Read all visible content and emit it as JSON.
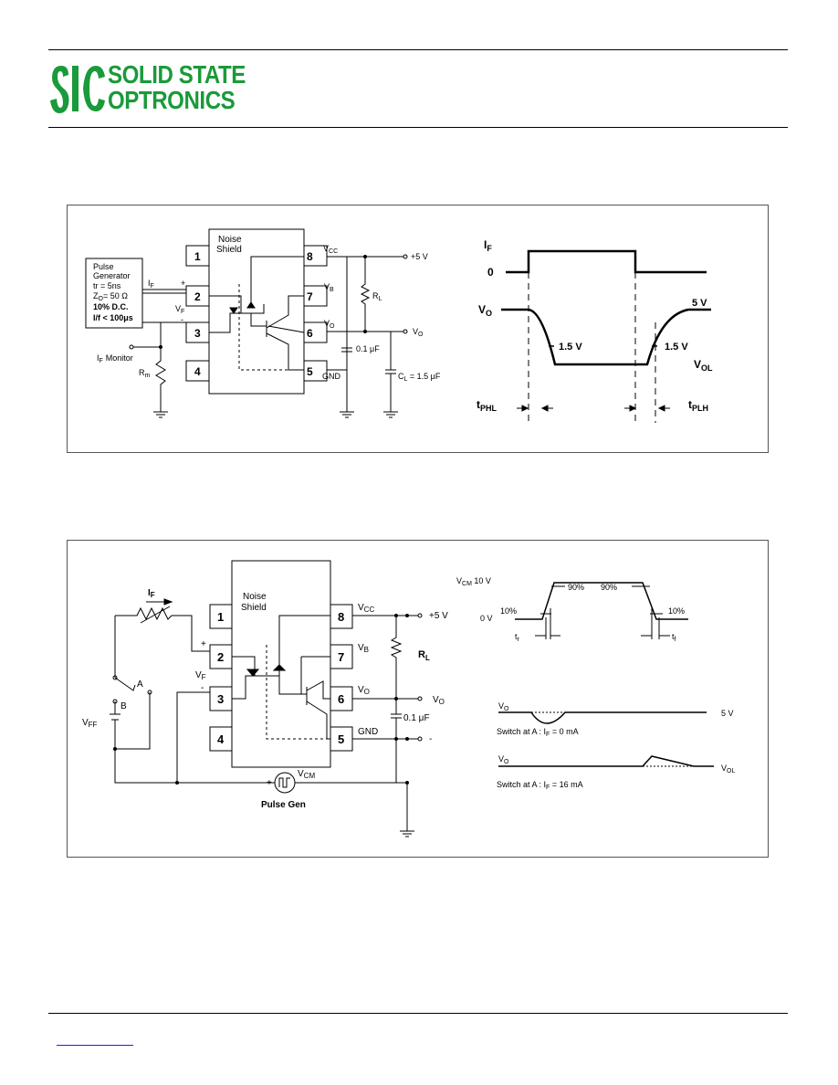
{
  "header": {
    "company_line1": "SOLID STATE",
    "company_line2": "OPTRONICS",
    "brand_color": "#1a9a3a"
  },
  "figure1": {
    "shield_line1": "Noise",
    "shield_line2": "Shield",
    "pins": [
      "1",
      "2",
      "3",
      "4",
      "5",
      "6",
      "7",
      "8"
    ],
    "pin_labels": {
      "vcc": "V",
      "vcc_sub": "CC",
      "vb": "V",
      "vb_sub": "B",
      "vo": "V",
      "vo_sub": "O",
      "gnd": "GND"
    },
    "pulse_gen": [
      "Pulse",
      "Generator",
      "tr = 5ns",
      "Z",
      "O",
      "= 50 Ω",
      "10% D.C.",
      "I/f < 100μs"
    ],
    "if_label": "I",
    "if_sub": "F",
    "plus": "+",
    "minus": "-",
    "vf": "V",
    "vf_sub": "F",
    "monitor": "Monitor",
    "rm": "R",
    "rm_sub": "m",
    "supply": "+5 V",
    "rl": "R",
    "rl_sub": "L",
    "cap1": "0.1 μF",
    "cap2": "C",
    "cap2_sub": "L",
    "cap2_val": " = 1.5 μF",
    "vo_out": "V",
    "vo_out_sub": "O",
    "wave_if": "I",
    "wave_if_sub": "F",
    "wave_zero": "0",
    "wave_vo": "V",
    "wave_vo_sub": "O",
    "wave_15a": "1.5 V",
    "wave_15b": "1.5 V",
    "wave_5v": "5 V",
    "wave_vol": "V",
    "wave_vol_sub": "OL",
    "tphl": "t",
    "tphl_sub": "PHL",
    "tplh": "t",
    "tplh_sub": "PLH"
  },
  "figure2": {
    "if_label": "I",
    "if_sub": "F",
    "shield_line1": "Noise",
    "shield_line2": "Shield",
    "pins": [
      "1",
      "2",
      "3",
      "4",
      "5",
      "6",
      "7",
      "8"
    ],
    "vcc": "V",
    "vcc_sub": "CC",
    "vb": "V",
    "vb_sub": "B",
    "vo": "V",
    "vo_sub": "O",
    "gnd": "GND",
    "supply": "+5 V",
    "rl": "R",
    "rl_sub": "L",
    "vo_out": "V",
    "vo_out_sub": "O",
    "cap": "0.1 μF",
    "minus_out": "-",
    "plus": "+",
    "minus": "-",
    "vf": "V",
    "vf_sub": "F",
    "switch_a": "A",
    "switch_b": "B",
    "vff": "V",
    "vff_sub": "FF",
    "vcm": "V",
    "vcm_sub": "CM",
    "pulse_gen": "Pulse Gen",
    "wave_vcm": "V",
    "wave_vcm_sub": "CM",
    "wave_vcm_val": " 10 V",
    "wave_0v": "0 V",
    "p10a": "10%",
    "p90a": "90%",
    "p90b": "90%",
    "p10b": "10%",
    "tr": "t",
    "tr_sub": "r",
    "tf": "t",
    "tf_sub": "f",
    "wave1_vo": "V",
    "wave1_vo_sub": "O",
    "wave1_5v": "5 V",
    "wave1_caption": "Switch at A : I",
    "wave1_caption_sub": "F",
    "wave1_caption_val": " = 0 mA",
    "wave2_vo": "V",
    "wave2_vo_sub": "O",
    "wave2_vol": "V",
    "wave2_vol_sub": "OL",
    "wave2_caption": "Switch at A : I",
    "wave2_caption_sub": "F",
    "wave2_caption_val": " = 16 mA"
  }
}
